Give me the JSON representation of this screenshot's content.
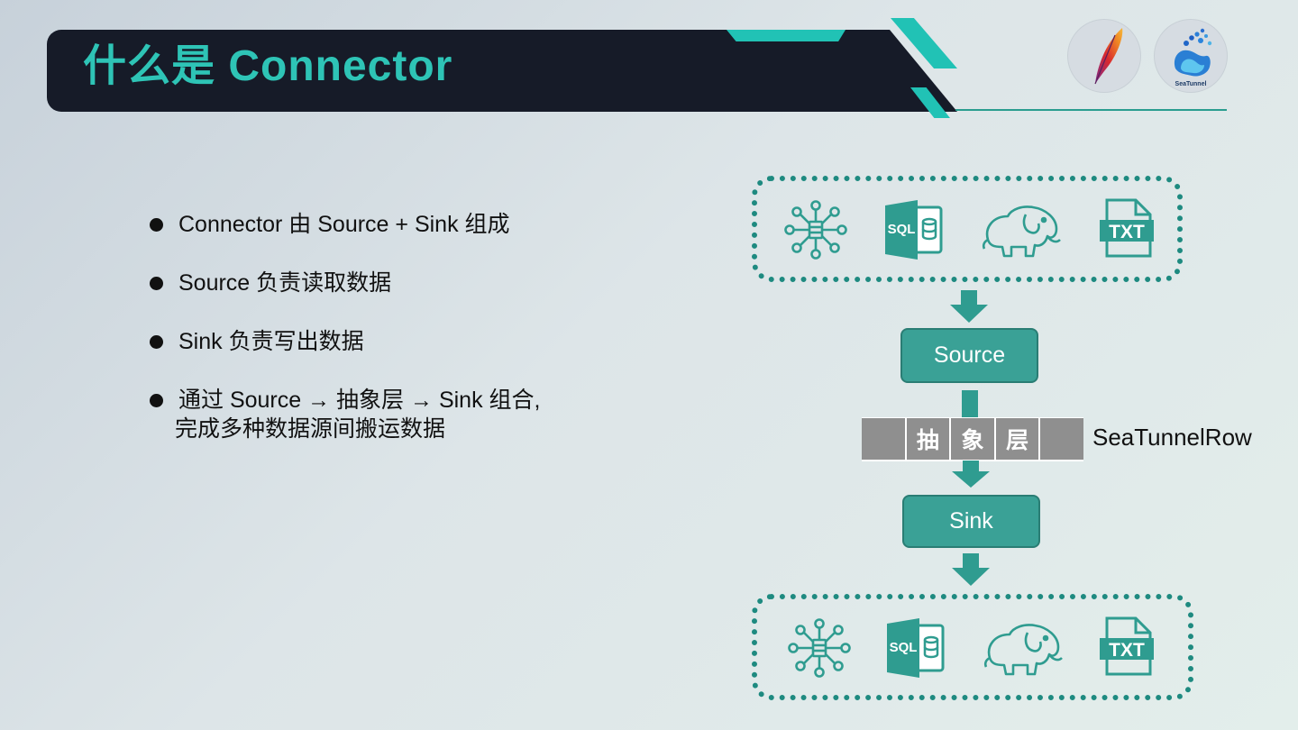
{
  "header": {
    "title": "什么是 Connector"
  },
  "logos": [
    {
      "name": "apache-feather-logo"
    },
    {
      "name": "seatunnel-logo",
      "text": "SeaTunnel"
    }
  ],
  "bullets": [
    {
      "text": "Connector 由 Source + Sink 组成"
    },
    {
      "text": "Source 负责读取数据"
    },
    {
      "text": "Sink 负责写出数据"
    },
    {
      "text_line1": "通过 Source → 抽象层 →  Sink 组合,",
      "text_line2": "完成多种数据源间搬运数据"
    }
  ],
  "diagram": {
    "source_label": "Source",
    "sink_label": "Sink",
    "layer_cells": [
      "",
      "抽",
      "象",
      "层",
      ""
    ],
    "row_label": "SeaTunnelRow",
    "data_icons": [
      "network-hub-icon",
      "sql-database-icon",
      "hadoop-elephant-icon",
      "txt-file-icon"
    ],
    "sql_text": "SQL",
    "txt_text": "TXT"
  },
  "colors": {
    "accent": "#2ec4b6",
    "node_fill": "#3aa196",
    "dark_bar": "#161b28",
    "layer_gray": "#8f8f8f"
  }
}
